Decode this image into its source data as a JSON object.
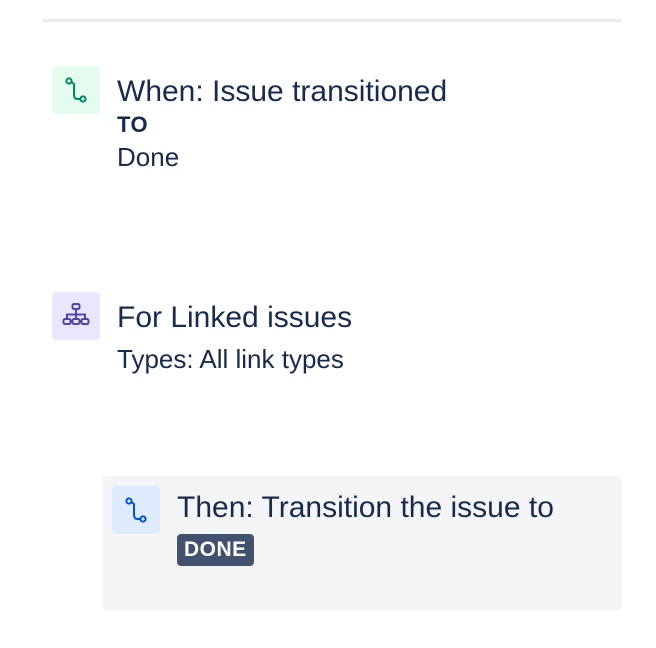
{
  "trigger": {
    "title": "When: Issue transitioned",
    "to_label": "TO",
    "to_value": "Done",
    "icon": "transition-icon",
    "icon_color": "#00875a",
    "icon_bg": "#e3fcef"
  },
  "branch": {
    "title": "For Linked issues",
    "types": "Types: All link types",
    "icon": "branch-icon",
    "icon_color": "#5243aa",
    "icon_bg": "#eae6ff"
  },
  "action": {
    "title": "Then: Transition the issue to",
    "status_lozenge": "DONE",
    "icon": "transition-icon",
    "icon_color": "#0052cc",
    "icon_bg": "#deebff",
    "lozenge_color": "#42526e"
  }
}
